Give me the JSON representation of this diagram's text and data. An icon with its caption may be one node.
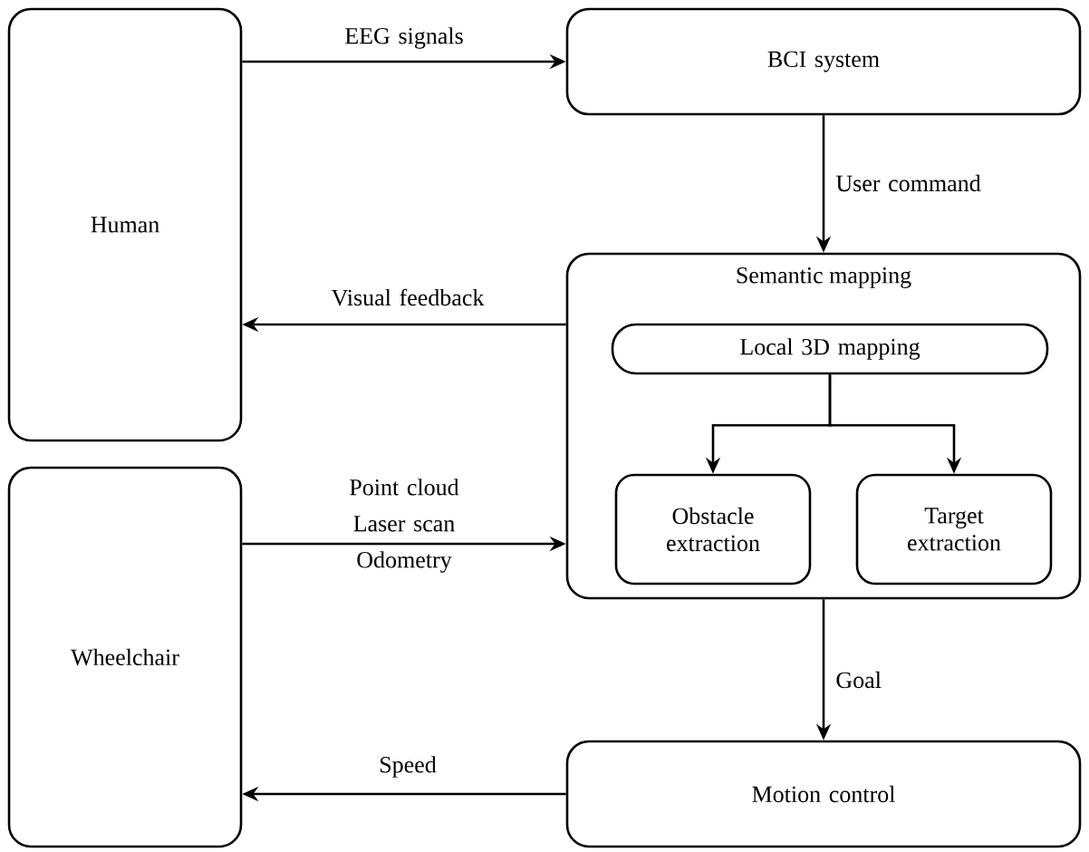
{
  "diagram": {
    "nodes": [
      {
        "text": [
          "Human"
        ]
      },
      {
        "text": [
          "BCI system"
        ]
      },
      {
        "text": [
          "Semantic mapping"
        ]
      },
      {
        "text": [
          "Local 3D mapping"
        ],
        "in": 2
      },
      {
        "text": [
          "Obstacle extraction"
        ],
        "in": 2
      },
      {
        "text": [
          "Target extraction"
        ],
        "in": 2
      },
      {
        "text": [
          "Wheelchair"
        ]
      },
      {
        "text": [
          "Motion control"
        ]
      }
    ],
    "edges": [
      {
        "from": 0,
        "to": 1,
        "arrow": "to",
        "label": "EEG signals"
      },
      {
        "from": 1,
        "to": 2,
        "arrow": "to",
        "label": "User command"
      },
      {
        "from": 2,
        "to": 0,
        "arrow": "to",
        "label": "Visual feedback"
      },
      {
        "from": 3,
        "to": 4,
        "arrow": "to"
      },
      {
        "from": 3,
        "to": 5,
        "arrow": "to"
      },
      {
        "from": 6,
        "to": 2,
        "arrow": "to",
        "label": "Point cloud Laser scan Odometry"
      },
      {
        "from": 2,
        "to": 7,
        "arrow": "to",
        "label": "Goal"
      },
      {
        "from": 7,
        "to": 6,
        "arrow": "to",
        "label": "Speed"
      }
    ]
  }
}
